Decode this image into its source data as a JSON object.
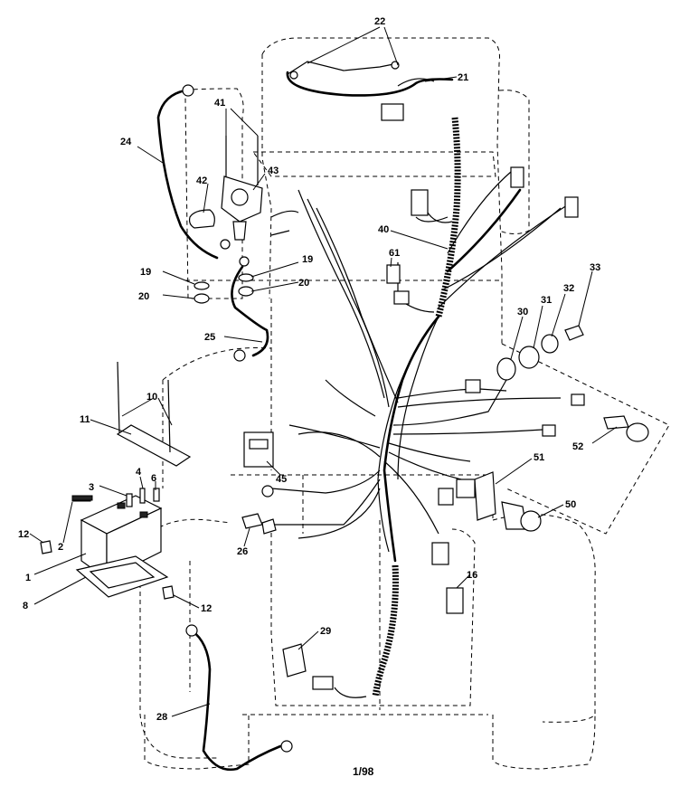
{
  "figure": {
    "footer": "1/98"
  },
  "callouts": [
    {
      "id": "c22",
      "text": "22"
    },
    {
      "id": "c21",
      "text": "21"
    },
    {
      "id": "c41",
      "text": "41"
    },
    {
      "id": "c24",
      "text": "24"
    },
    {
      "id": "c43",
      "text": "43"
    },
    {
      "id": "c42",
      "text": "42"
    },
    {
      "id": "c40",
      "text": "40"
    },
    {
      "id": "c61",
      "text": "61"
    },
    {
      "id": "c33",
      "text": "33"
    },
    {
      "id": "c19a",
      "text": "19"
    },
    {
      "id": "c19b",
      "text": "19"
    },
    {
      "id": "c20a",
      "text": "20"
    },
    {
      "id": "c20b",
      "text": "20"
    },
    {
      "id": "c30",
      "text": "30"
    },
    {
      "id": "c31",
      "text": "31"
    },
    {
      "id": "c32",
      "text": "32"
    },
    {
      "id": "c25",
      "text": "25"
    },
    {
      "id": "c10",
      "text": "10"
    },
    {
      "id": "c11",
      "text": "11"
    },
    {
      "id": "c52",
      "text": "52"
    },
    {
      "id": "c45",
      "text": "45"
    },
    {
      "id": "c51",
      "text": "51"
    },
    {
      "id": "c3",
      "text": "3"
    },
    {
      "id": "c4",
      "text": "4"
    },
    {
      "id": "c6",
      "text": "6"
    },
    {
      "id": "c50",
      "text": "50"
    },
    {
      "id": "c12a",
      "text": "12"
    },
    {
      "id": "c2",
      "text": "2"
    },
    {
      "id": "c26",
      "text": "26"
    },
    {
      "id": "c1",
      "text": "1"
    },
    {
      "id": "c8",
      "text": "8"
    },
    {
      "id": "c12b",
      "text": "12"
    },
    {
      "id": "c16",
      "text": "16"
    },
    {
      "id": "c29",
      "text": "29"
    },
    {
      "id": "c28",
      "text": "28"
    }
  ]
}
